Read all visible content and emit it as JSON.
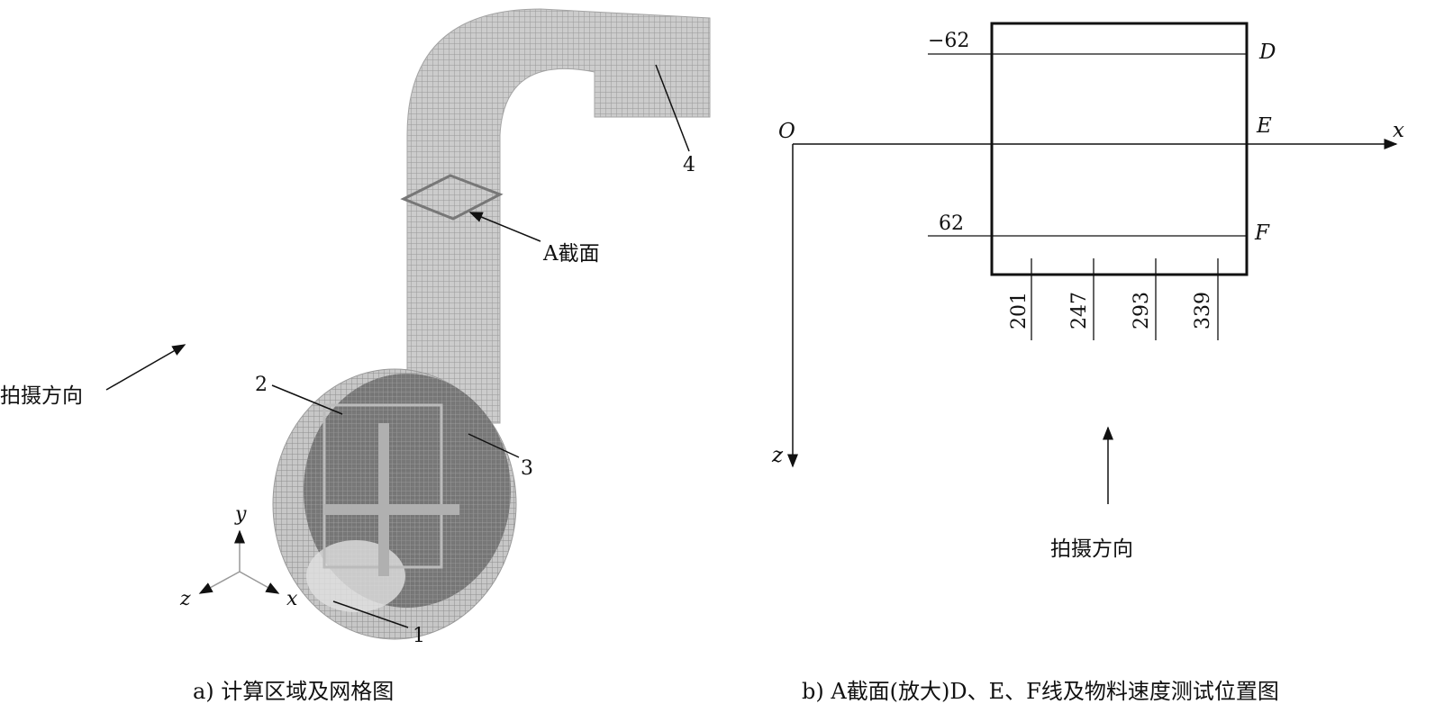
{
  "panel_a": {
    "caption": "a) 计算区域及网格图",
    "direction_label": "拍摄方向",
    "section_label": "A截面",
    "callouts": [
      "1",
      "2",
      "3",
      "4"
    ],
    "axes": {
      "y": "y",
      "x": "x",
      "z": "z"
    }
  },
  "panel_b": {
    "caption": "b) A截面(放大)D、E、F线及物料速度测试位置图",
    "origin": "O",
    "x_axis": "x",
    "z_axis": "z",
    "line_labels": {
      "D": "D",
      "E": "E",
      "F": "F"
    },
    "z_values": {
      "top": "−62",
      "bottom": "62"
    },
    "x_positions": [
      "201",
      "247",
      "293",
      "339"
    ],
    "direction_label": "拍摄方向"
  },
  "colors": {
    "mesh": "#a9a9a9",
    "mesh_dark": "#5a5a5a",
    "lines": "#111111"
  }
}
